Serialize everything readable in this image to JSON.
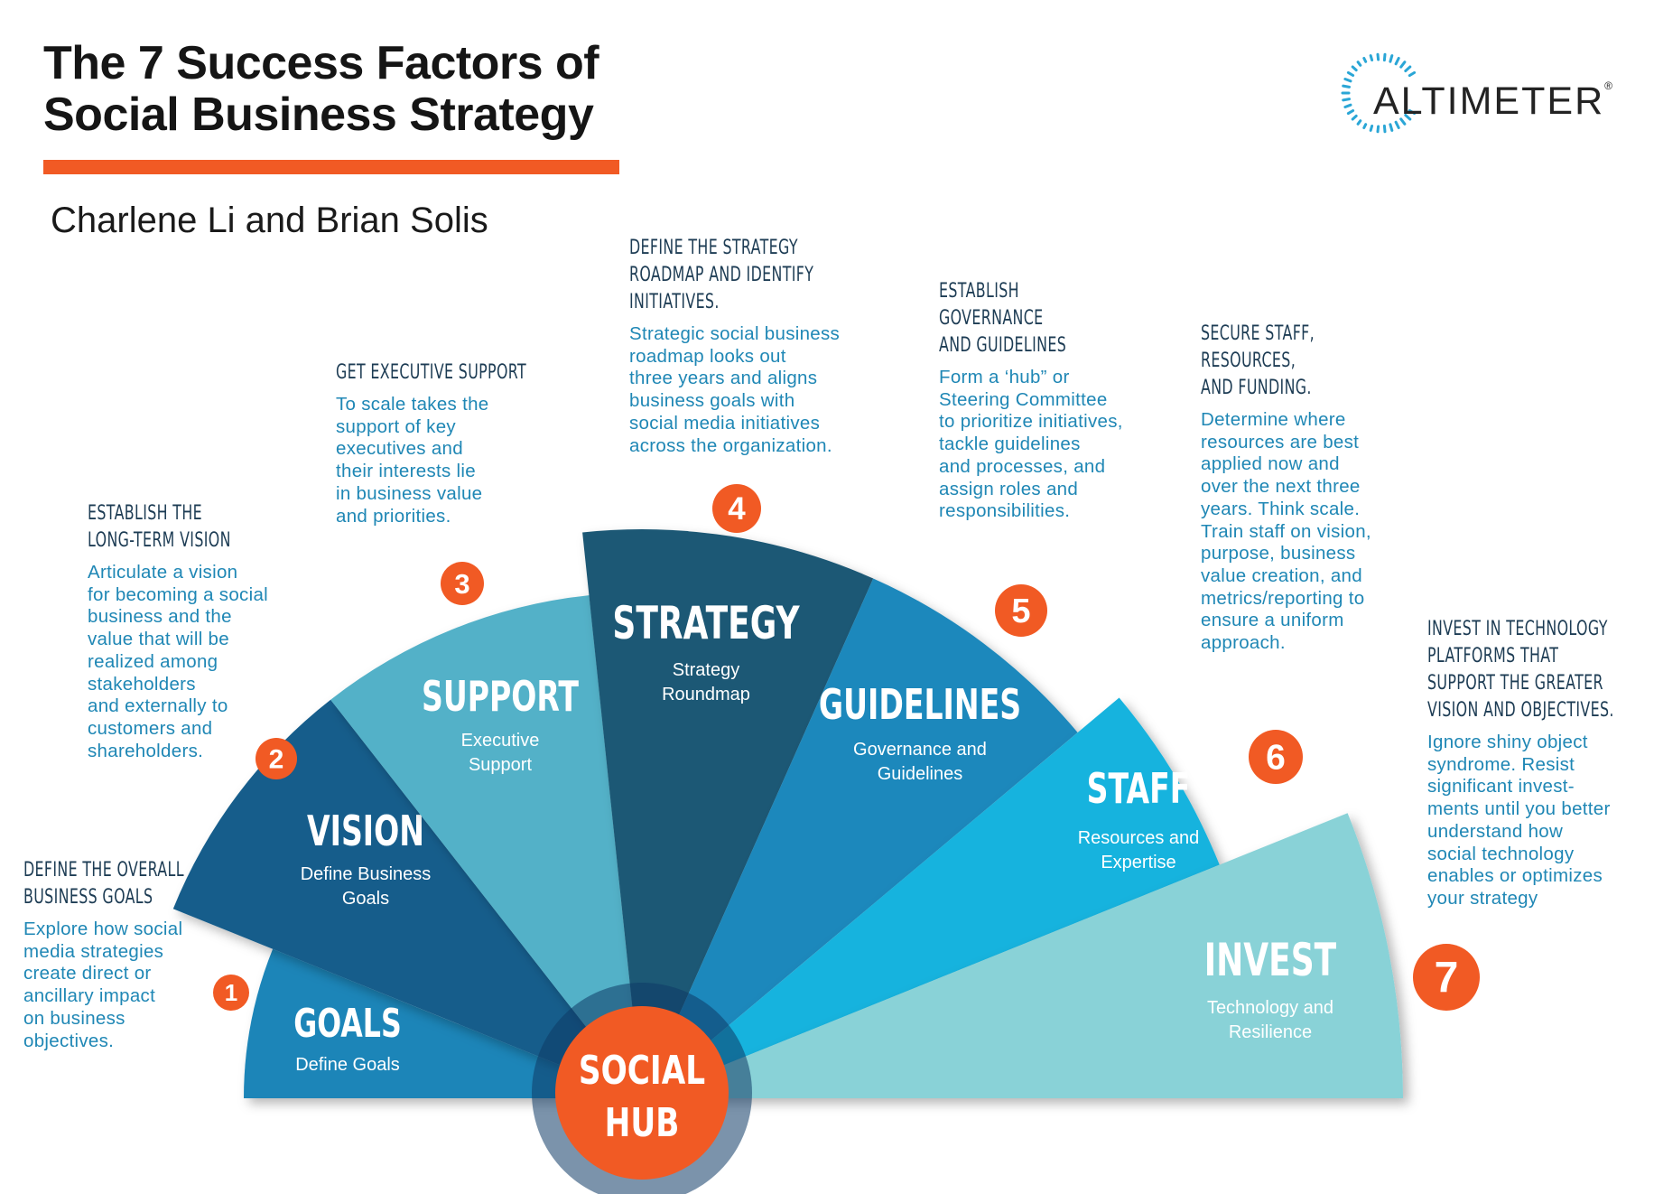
{
  "header": {
    "title_line1": "The 7 Success Factors of",
    "title_line2": "Social Business Strategy",
    "authors": "Charlene Li and Brian Solis",
    "logo": "ALTIMETER",
    "logo_mark": "®"
  },
  "colors": {
    "accent": "#f15a24",
    "heading": "#1d3c54",
    "body_text": "#1f87b5",
    "goals": "#1b85b8",
    "vision": "#135d8b",
    "support": "#52b1c8",
    "strategy": "#1c5875",
    "guidelines": "#1c88bc",
    "staff": "#18b3de",
    "invest": "#89d2d7",
    "hub": "#f15a24"
  },
  "hub": {
    "line1": "SOCIAL",
    "line2": "HUB"
  },
  "segments": [
    {
      "number": "1",
      "title": "GOALS",
      "subtitle_line1": "Define Goals",
      "subtitle_line2": ""
    },
    {
      "number": "2",
      "title": "VISION",
      "subtitle_line1": "Define Business",
      "subtitle_line2": "Goals"
    },
    {
      "number": "3",
      "title": "SUPPORT",
      "subtitle_line1": "Executive",
      "subtitle_line2": "Support"
    },
    {
      "number": "4",
      "title": "STRATEGY",
      "subtitle_line1": "Strategy",
      "subtitle_line2": "Roundmap"
    },
    {
      "number": "5",
      "title": "GUIDELINES",
      "subtitle_line1": "Governance and",
      "subtitle_line2": "Guidelines"
    },
    {
      "number": "6",
      "title": "STAFF",
      "subtitle_line1": "Resources and",
      "subtitle_line2": "Expertise"
    },
    {
      "number": "7",
      "title": "INVEST",
      "subtitle_line1": "Technology and",
      "subtitle_line2": "Resilience"
    }
  ],
  "annotations": [
    {
      "heading": "DEFINE THE OVERALL\nBUSINESS GOALS",
      "body": "Explore how social\nmedia strategies\ncreate direct or\nancillary impact\non business\nobjectives."
    },
    {
      "heading": "ESTABLISH THE\nLONG-TERM VISION",
      "body": "Articulate a vision\nfor becoming a social\nbusiness and the\nvalue that will be\nrealized among\nstakeholders\nand externally to\ncustomers and\nshareholders."
    },
    {
      "heading": "GET EXECUTIVE SUPPORT",
      "body": "To scale takes the\nsupport of key\nexecutives and\ntheir interests lie\nin business value\nand priorities."
    },
    {
      "heading": "DEFINE THE STRATEGY\nROADMAP AND IDENTIFY\nINITIATIVES.",
      "body": "Strategic social business\nroadmap looks out\nthree years and aligns\nbusiness goals with\nsocial media initiatives\nacross the organization."
    },
    {
      "heading": "ESTABLISH\nGOVERNANCE\nAND GUIDELINES",
      "body": "Form a ‘hub” or\nSteering Committee\nto prioritize initiatives,\ntackle guidelines\nand processes, and\nassign roles and\nresponsibilities."
    },
    {
      "heading": "SECURE STAFF,\nRESOURCES,\nAND FUNDING.",
      "body": "Determine where\nresources are best\napplied now and\nover the next three\nyears. Think scale.\nTrain staff on vision,\npurpose, business\nvalue creation, and\nmetrics/reporting to\nensure a uniform\napproach."
    },
    {
      "heading": "INVEST IN TECHNOLOGY\nPLATFORMS THAT\nSUPPORT THE GREATER\nVISION AND OBJECTIVES.",
      "body": "Ignore shiny object\nsyndrome. Resist\nsignificant invest-\nments until you better\nunderstand how\nsocial technology\nenables or optimizes\nyour strategy"
    }
  ]
}
